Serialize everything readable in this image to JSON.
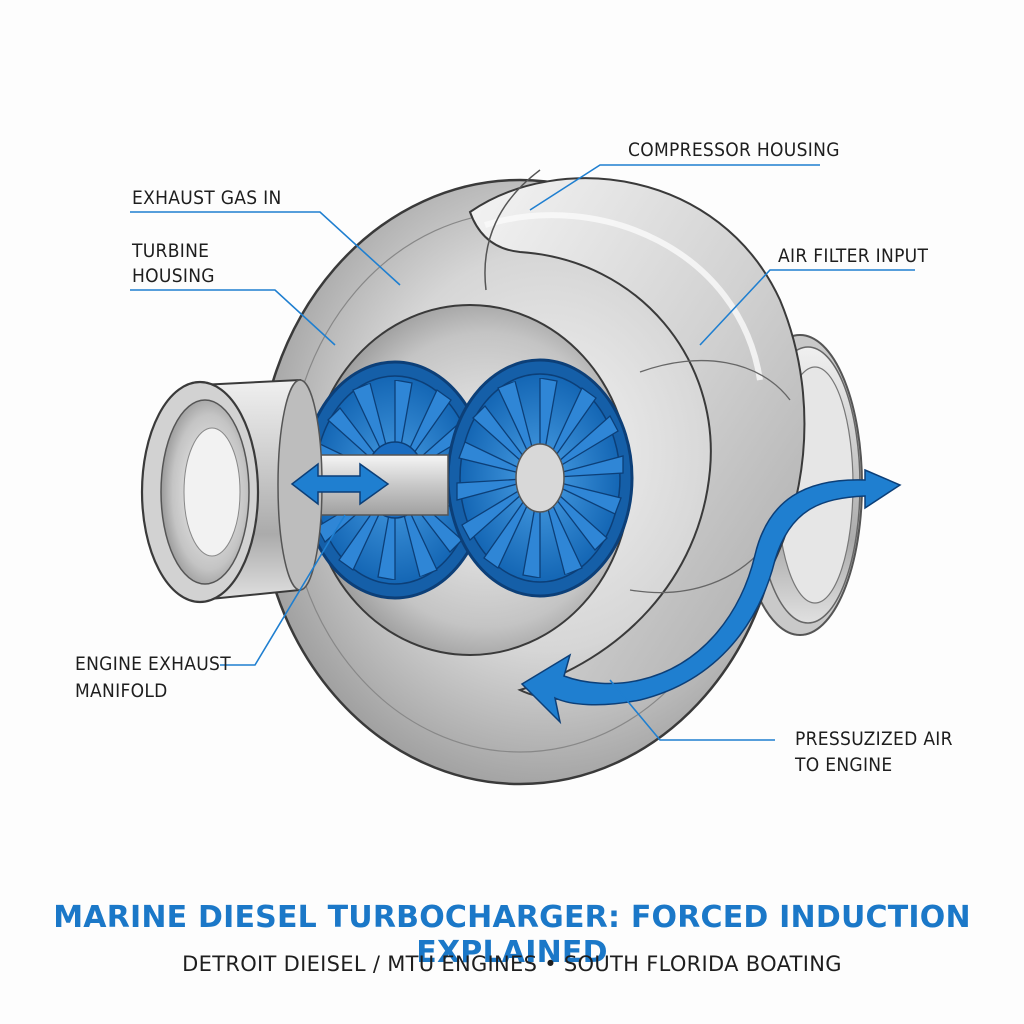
{
  "labels": {
    "compressor_housing": "COMPRESSOR HOUSING",
    "exhaust_gas_in": "EXHAUST GAS IN",
    "turbine_housing_1": "TURBINE",
    "turbine_housing_2": "HOUSING",
    "air_filter_input": "AIR FILTER INPUT",
    "engine_exhaust_1": "ENGINE EXHAUST",
    "engine_exhaust_2": "MANIFOLD",
    "pressurized_air_1": "PRESSUZIZED AIR",
    "pressurized_air_2": "TO ENGINE"
  },
  "footer": {
    "title": "MARINE DIESEL TURBOCHARGER: FORCED INDUCTION EXPLAINED",
    "subtitle": "DETROIT DIEISEL / MTU ENGINES • SOUTH FLORIDA BOATING"
  },
  "colors": {
    "accent_blue": "#1f7fd0",
    "metal_light": "#e4e4e4",
    "metal_dark": "#8c8c8c",
    "text": "#1e1e1e"
  }
}
